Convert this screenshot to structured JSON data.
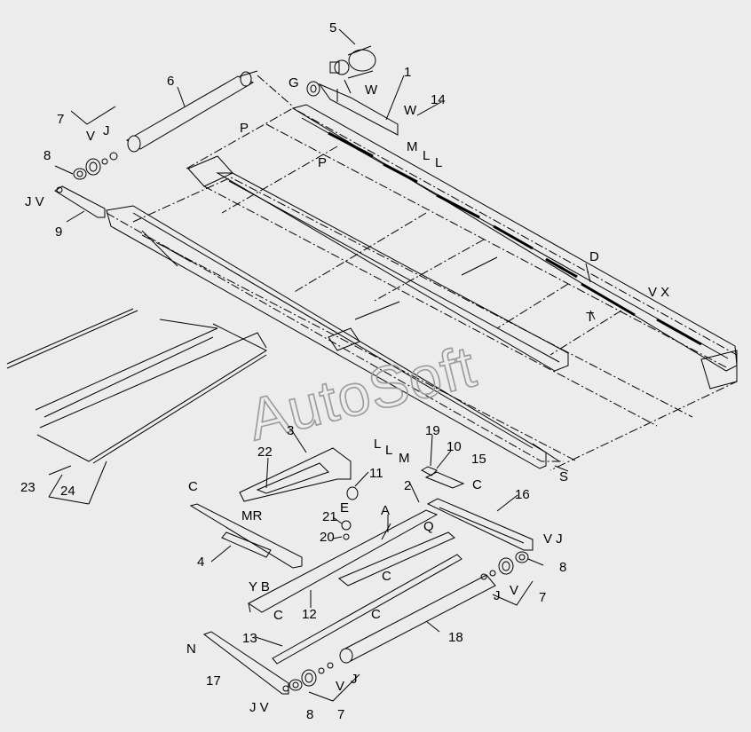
{
  "watermark": "AutoSoft",
  "colors": {
    "background": "#ececec",
    "line": "#000000",
    "watermark": "#9a9a9a"
  },
  "labels": {
    "n1": "1",
    "n2": "2",
    "n3": "3",
    "n4": "4",
    "n5": "5",
    "n6": "6",
    "n7a": "7",
    "n7b": "7",
    "n7c": "7",
    "n8a": "8",
    "n8b": "8",
    "n8c": "8",
    "n9": "9",
    "n10": "10",
    "n11": "11",
    "n12": "12",
    "n13": "13",
    "n14": "14",
    "n15": "15",
    "n16": "16",
    "n17": "17",
    "n18": "18",
    "n19": "19",
    "n20": "20",
    "n21": "21",
    "n22": "22",
    "n23": "23",
    "n24": "24",
    "G": "G",
    "W1": "W",
    "W2": "W",
    "P1": "P",
    "P2": "P",
    "M1": "M",
    "L1": "L",
    "L2": "L",
    "V1": "V",
    "J1": "J",
    "JV1": "J V",
    "D": "D",
    "VX": "V X",
    "T": "T",
    "S": "S",
    "L3": "L",
    "L4": "L",
    "M2": "M",
    "C1": "C",
    "MR": "MR",
    "E": "E",
    "A": "A",
    "Q": "Q",
    "C2": "C",
    "C3": "C",
    "C4": "C",
    "C5": "C",
    "YB": "Y B",
    "VJ2": "V J",
    "J2": "J",
    "V2": "V",
    "N": "N",
    "JV3": "J V",
    "V3": "V",
    "J3": "J"
  }
}
